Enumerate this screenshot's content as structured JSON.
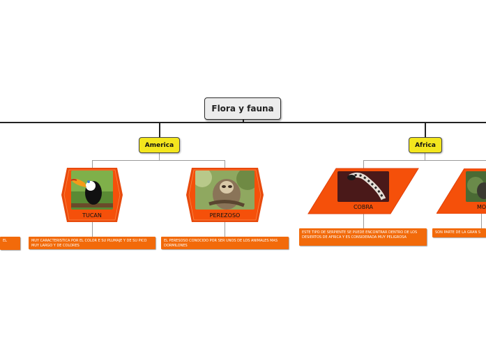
{
  "root": {
    "title": "Flora y fauna"
  },
  "categories": [
    {
      "label": "America"
    },
    {
      "label": "Africa"
    }
  ],
  "nodes": [
    {
      "label": "TUCAN",
      "description": "MUY CARACTERISTICA POR EL COLOR E SU PLUMAJE Y DE SU PICO MUY LARGO Y DE COLORES"
    },
    {
      "label": "PEREZOSO",
      "description": "EL PERESOSO CONOCIDO POR SER UNOS DE LOS ANIMALES MAS DORMILONES"
    },
    {
      "label": "COBRA",
      "description": "ESTE TIPO DE SERPIENTE SE PUEDE ENCONTRAR DENTRO DE LOS DESIERTOS DE AFRICA Y ES CONSIDERADA MUY PELIGROSA"
    },
    {
      "label": "MO",
      "description": "SON PARTE DE LA GRAN S"
    }
  ],
  "left_fragment": {
    "text": "EL"
  },
  "colors": {
    "node_fill": "#f5500a",
    "desc_fill": "#f26a0a",
    "category_fill": "#f3e61e",
    "root_fill": "#ececec"
  }
}
